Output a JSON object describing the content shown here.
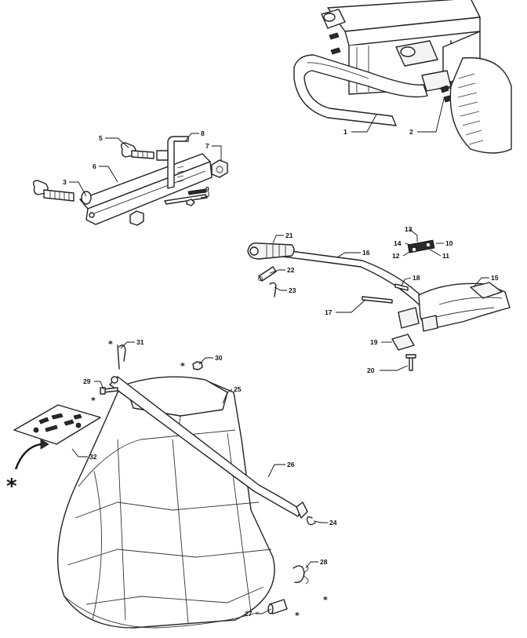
{
  "callouts": {
    "c1": "1",
    "c2": "2",
    "c3": "3",
    "c5": "5",
    "c6": "6",
    "c7": "7",
    "c8": "8",
    "c9": "9",
    "c10": "10",
    "c11": "11",
    "c12": "12",
    "c13": "13",
    "c14": "14",
    "c15": "15",
    "c16": "16",
    "c17": "17",
    "c18": "18",
    "c19": "19",
    "c20": "20",
    "c21": "21",
    "c22": "22",
    "c23": "23",
    "c24": "24",
    "c25": "25",
    "c26": "26",
    "c27": "27",
    "c28": "28",
    "c29": "29",
    "c30": "30",
    "c31": "31",
    "c32": "32"
  },
  "marker": "*"
}
